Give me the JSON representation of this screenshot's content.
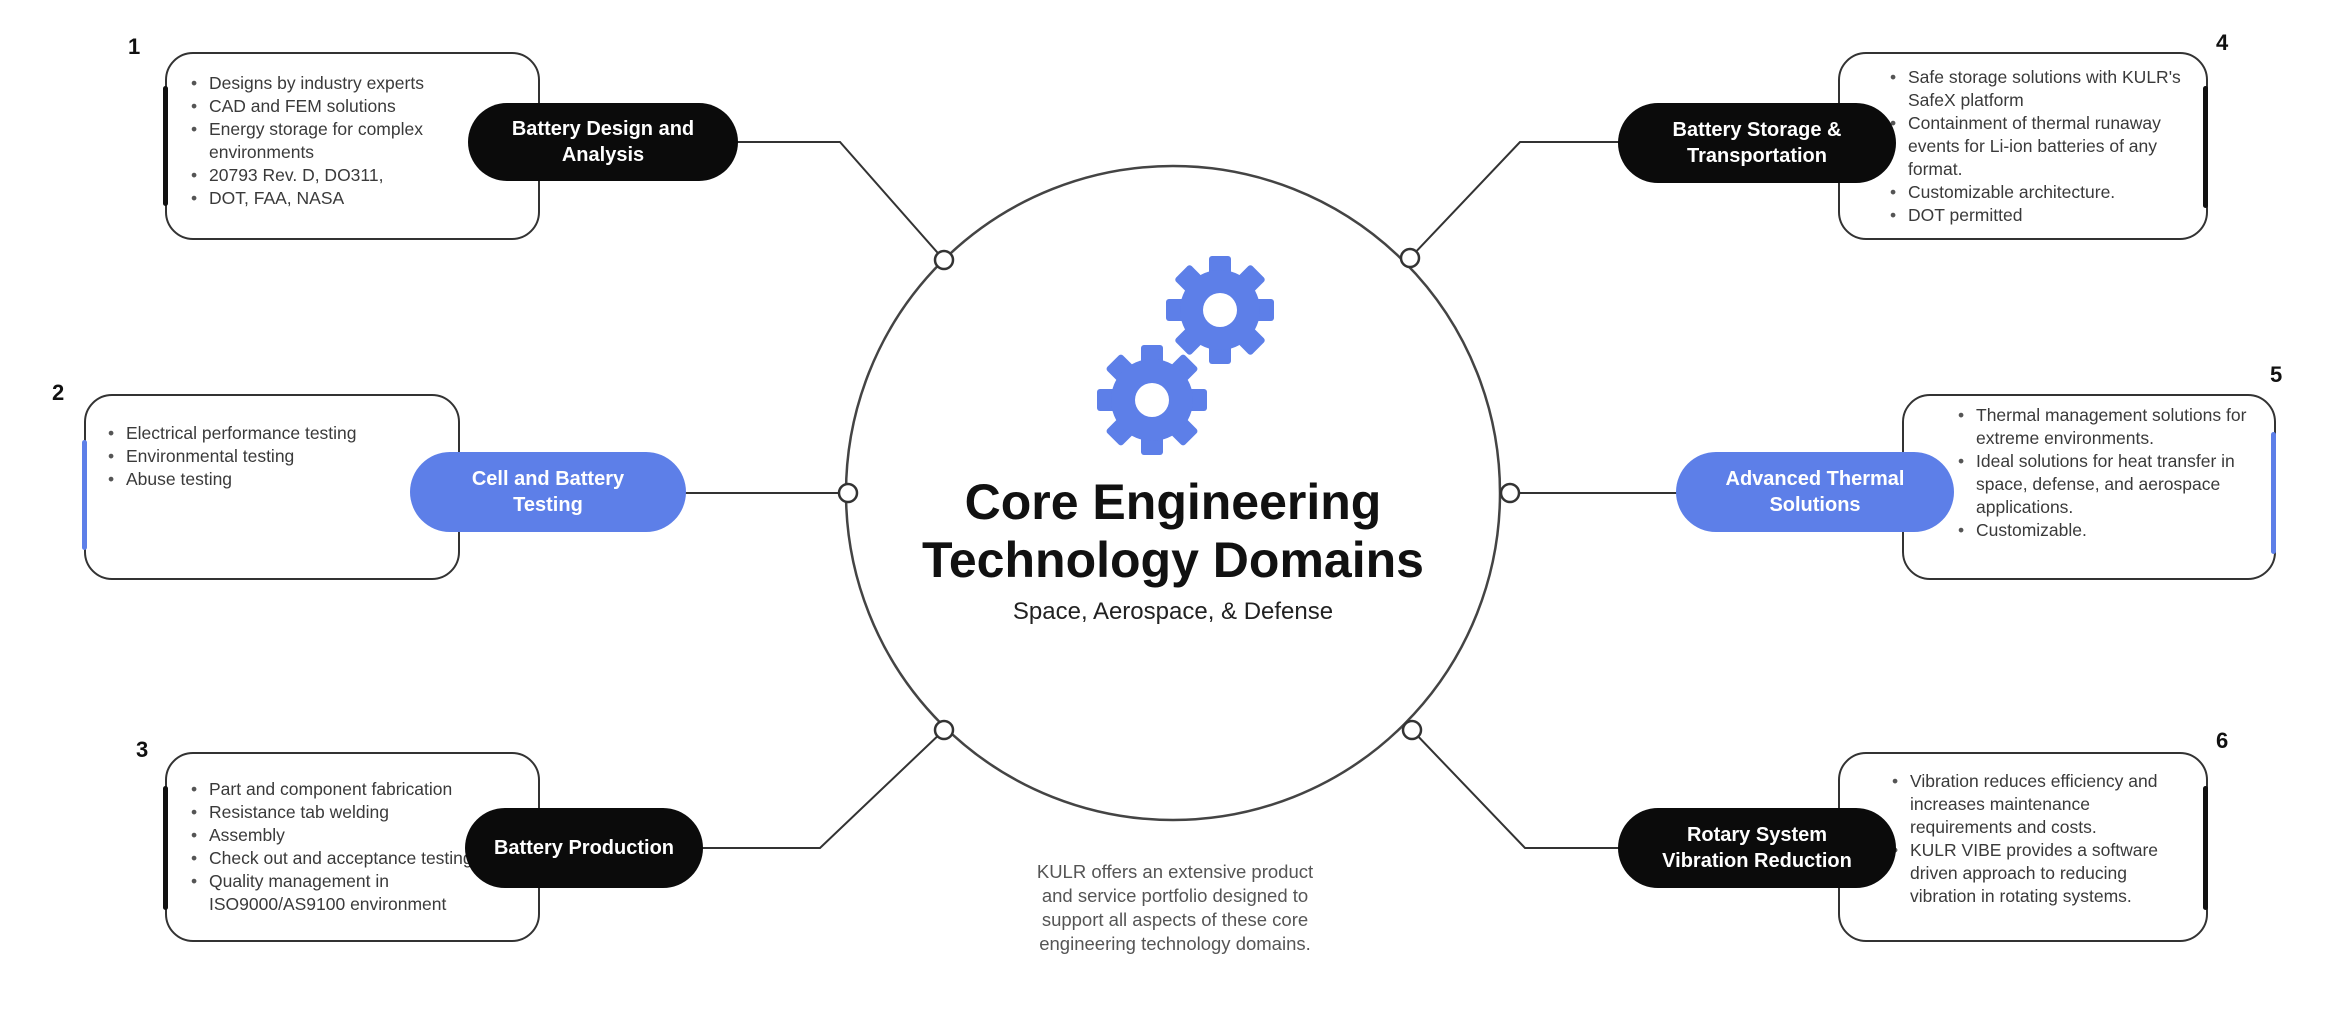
{
  "hub": {
    "title_line1": "Core Engineering",
    "title_line2": "Technology Domains",
    "subtitle": "Space, Aerospace, & Defense",
    "gear_icon": "gears-icon",
    "accent_color": "#5d7fe8"
  },
  "footer": {
    "lines": [
      "KULR offers an extensive product",
      "and service portfolio designed to",
      "support all aspects of these core",
      "engineering technology domains."
    ]
  },
  "domains": [
    {
      "number": "1",
      "title_lines": [
        "Battery Design and",
        "Analysis"
      ],
      "style": "dark",
      "bullets": [
        "Designs by industry experts",
        "CAD and FEM solutions",
        "Energy storage for complex environments",
        "20793 Rev. D, DO311,",
        "DOT, FAA, NASA"
      ]
    },
    {
      "number": "2",
      "title_lines": [
        "Cell and Battery",
        "Testing"
      ],
      "style": "blue",
      "bullets": [
        "Electrical performance testing",
        "Environmental testing",
        "Abuse testing"
      ]
    },
    {
      "number": "3",
      "title_lines": [
        "Battery Production"
      ],
      "style": "dark",
      "bullets": [
        "Part and component fabrication",
        "Resistance tab welding",
        "Assembly",
        "Check out and acceptance testing",
        "Quality management in ISO9000/AS9100 environment"
      ]
    },
    {
      "number": "4",
      "title_lines": [
        "Battery Storage &",
        "Transportation"
      ],
      "style": "dark",
      "bullets": [
        "Safe storage solutions with KULR's SafeX platform",
        "Containment of thermal runaway events for Li-ion batteries of any format.",
        "Customizable architecture.",
        "DOT permitted"
      ]
    },
    {
      "number": "5",
      "title_lines": [
        "Advanced Thermal",
        "Solutions"
      ],
      "style": "blue",
      "bullets": [
        "Thermal management solutions for extreme environments.",
        "Ideal solutions for heat transfer in space, defense, and aerospace applications.",
        "Customizable."
      ]
    },
    {
      "number": "6",
      "title_lines": [
        "Rotary System",
        "Vibration Reduction"
      ],
      "style": "dark",
      "bullets": [
        "Vibration reduces efficiency and increases maintenance requirements and costs.",
        "KULR VIBE provides a software driven approach to reducing vibration in rotating systems."
      ]
    }
  ]
}
